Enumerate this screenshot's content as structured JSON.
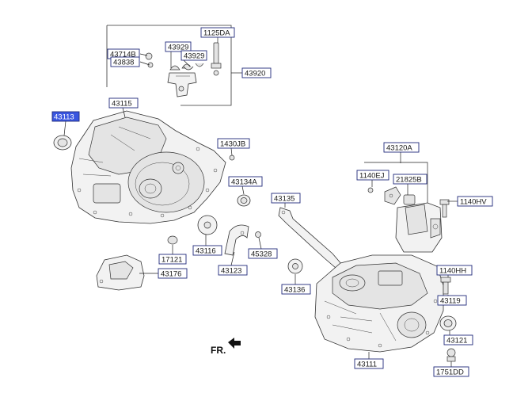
{
  "labels": {
    "p1125DA": "1125DA",
    "p43714B": "43714B",
    "p43929a": "43929",
    "p43929b": "43929",
    "p43838": "43838",
    "p43920": "43920",
    "p43115": "43115",
    "p43113": "43113",
    "p1430JB": "1430JB",
    "p43134A": "43134A",
    "p43116": "43116",
    "p17121": "17121",
    "p43176": "43176",
    "p43123": "43123",
    "p45328": "45328",
    "p43120A": "43120A",
    "p1140EJ": "1140EJ",
    "p21825B": "21825B",
    "p1140HV": "1140HV",
    "p43135": "43135",
    "p43136": "43136",
    "p1140HH": "1140HH",
    "p43119": "43119",
    "p43121": "43121",
    "p43111": "43111",
    "p1751DD": "1751DD"
  },
  "direction": {
    "text": "FR."
  },
  "colors": {
    "highlight": "#3a56e0",
    "label_border": "#1f2a7a"
  }
}
